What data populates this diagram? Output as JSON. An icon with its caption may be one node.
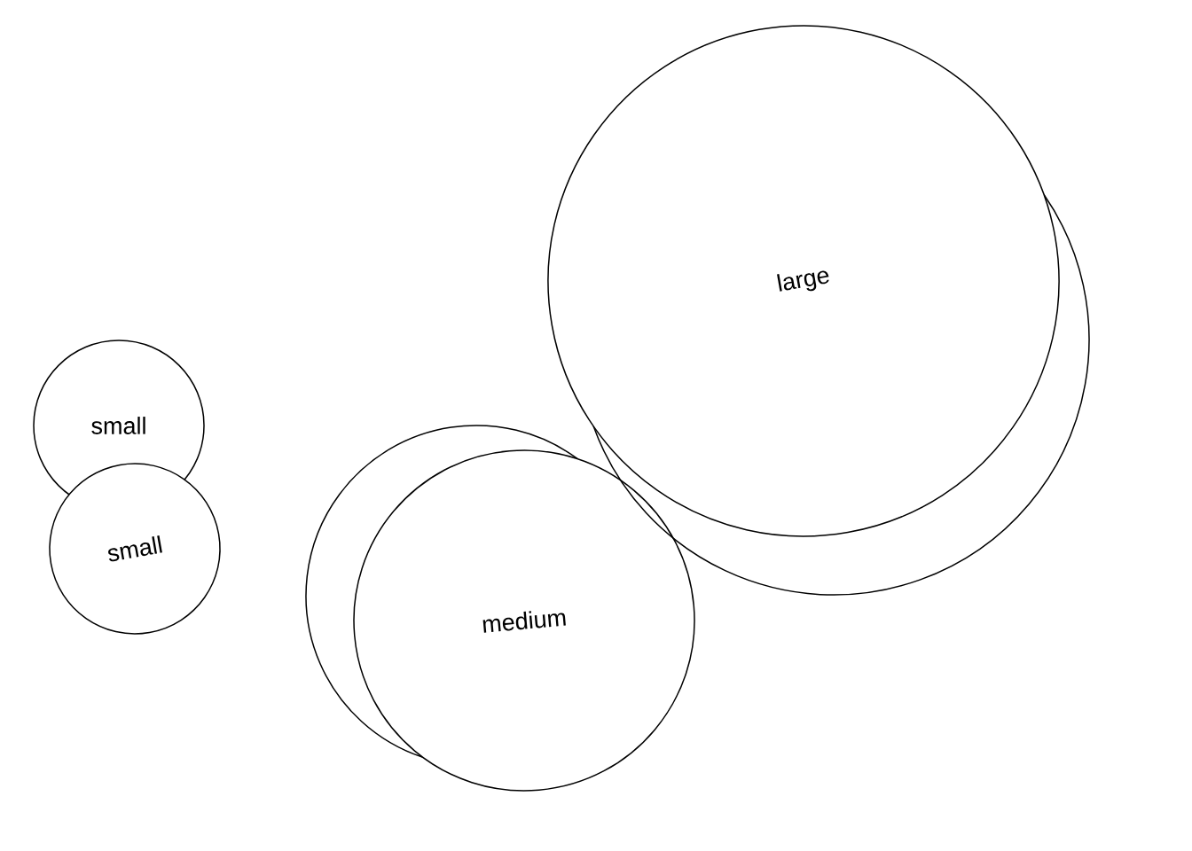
{
  "diagram": {
    "nodes": [
      {
        "text": [
          "small"
        ]
      },
      {
        "text": [
          "small"
        ]
      },
      {
        "text": [
          "medium"
        ]
      },
      {
        "text": [
          "large"
        ]
      }
    ]
  }
}
